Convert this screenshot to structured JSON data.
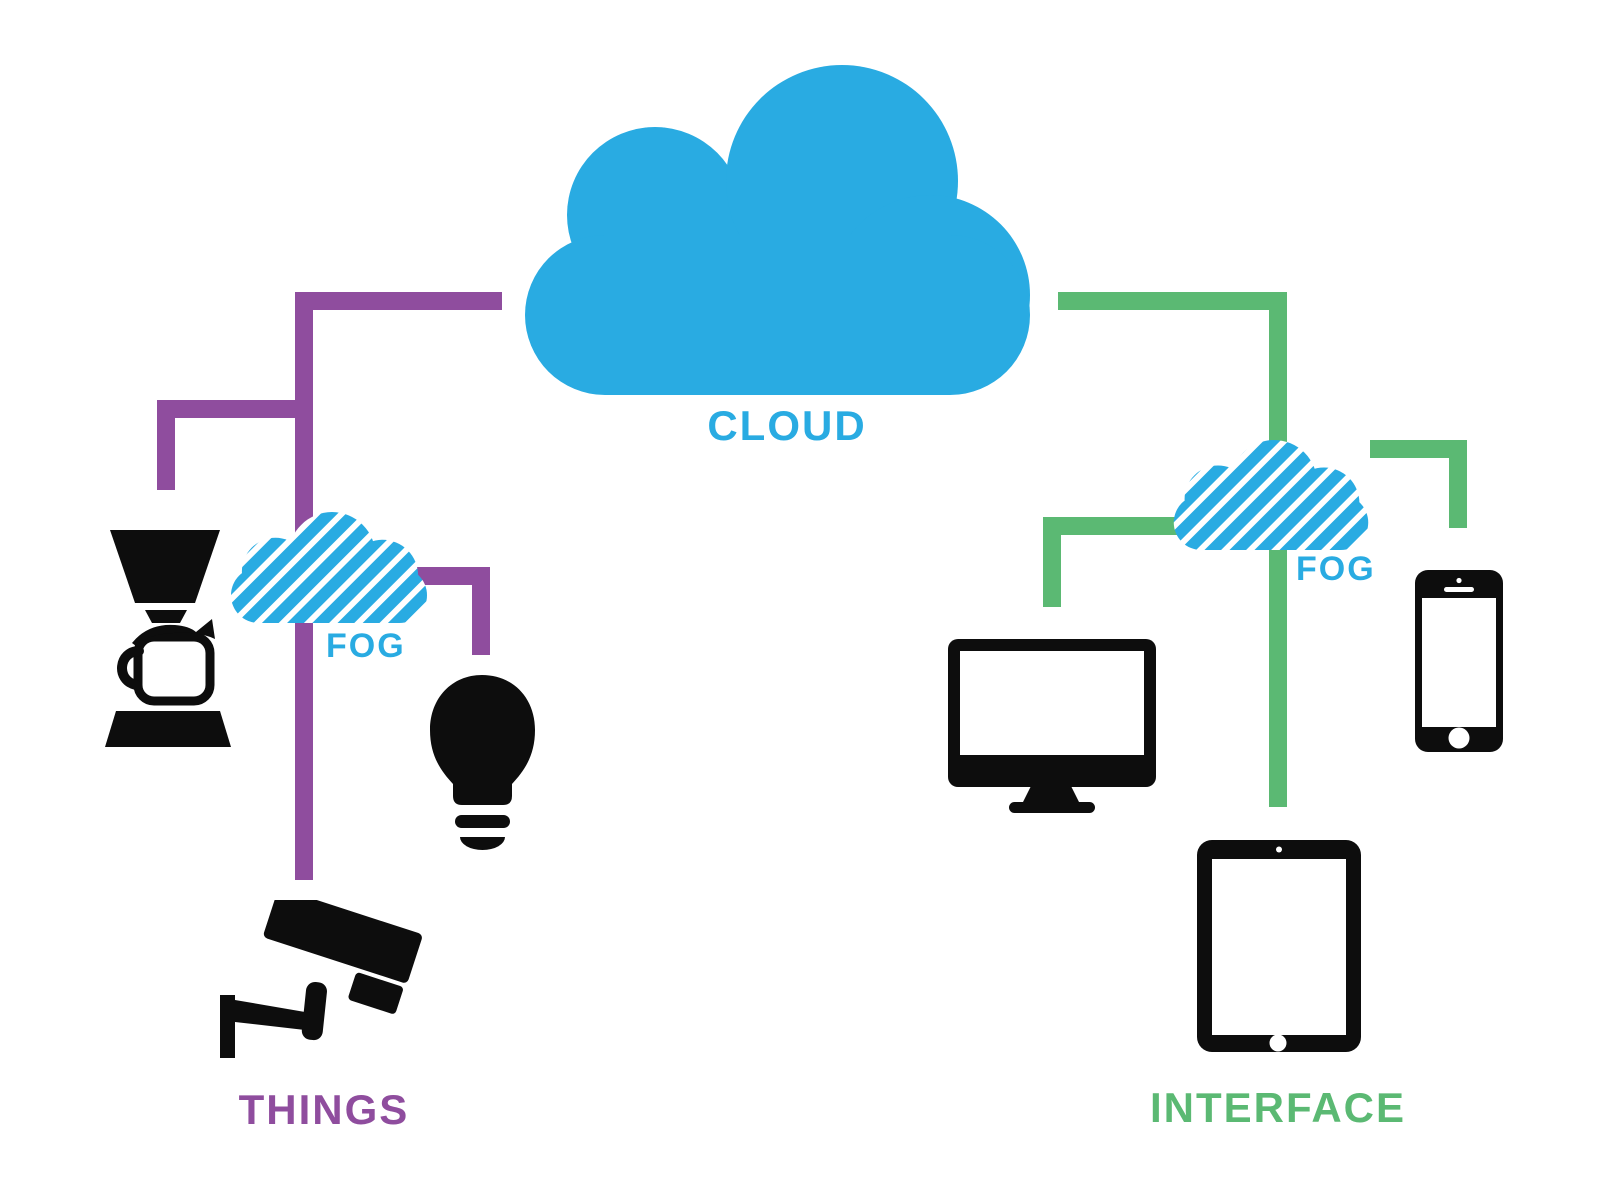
{
  "colors": {
    "cloud_blue": "#29ABE2",
    "things_purple": "#8F4D9E",
    "interface_green": "#5BB973",
    "icon_black": "#0D0D0D",
    "background": "#FFFFFF"
  },
  "diagram": {
    "cloud": {
      "label": "CLOUD",
      "icon": "cloud-icon"
    },
    "things": {
      "label": "THINGS",
      "fog": {
        "label": "FOG",
        "icon": "fog-cloud-icon"
      },
      "devices": [
        "coffee-maker-icon",
        "light-bulb-icon",
        "security-camera-icon"
      ]
    },
    "interface": {
      "label": "INTERFACE",
      "fog": {
        "label": "FOG",
        "icon": "fog-cloud-icon"
      },
      "devices": [
        "desktop-monitor-icon",
        "smartphone-icon",
        "tablet-icon"
      ]
    }
  }
}
